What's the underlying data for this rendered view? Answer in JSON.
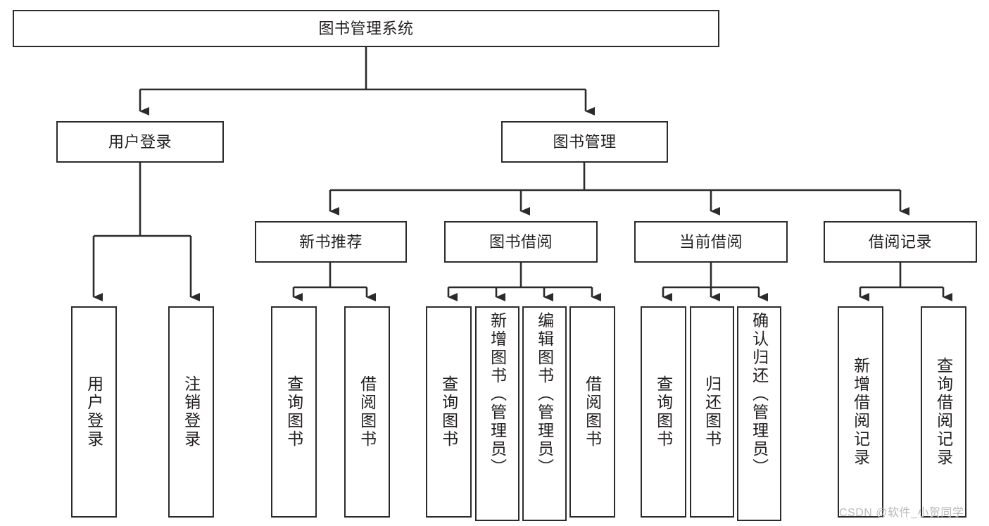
{
  "diagram": {
    "type": "tree",
    "title": "图书管理系统",
    "root": {
      "label": "图书管理系统"
    },
    "level2": [
      {
        "label": "用户登录"
      },
      {
        "label": "图书管理"
      }
    ],
    "level3": [
      {
        "label": "新书推荐"
      },
      {
        "label": "图书借阅"
      },
      {
        "label": "当前借阅"
      },
      {
        "label": "借阅记录"
      }
    ],
    "leaves": {
      "user_login": [
        {
          "label": "用户登录"
        },
        {
          "label": "注销登录"
        }
      ],
      "new_book_recommend": [
        {
          "label": "查询图书"
        },
        {
          "label": "借阅图书"
        }
      ],
      "book_borrow": [
        {
          "label": "查询图书"
        },
        {
          "label": "新增图书（管理员）"
        },
        {
          "label": "编辑图书（管理员）"
        },
        {
          "label": "借阅图书"
        }
      ],
      "current_borrow": [
        {
          "label": "查询图书"
        },
        {
          "label": "归还图书"
        },
        {
          "label": "确认归还（管理员）"
        }
      ],
      "borrow_record": [
        {
          "label": "新增借阅记录"
        },
        {
          "label": "查询借阅记录"
        }
      ]
    }
  },
  "watermark": {
    "text": "CSDN @软件_小贺同学"
  },
  "colors": {
    "stroke": "#2b2b2b",
    "fill": "#ffffff",
    "text": "#231f20",
    "watermark": "#b9b9b9"
  }
}
